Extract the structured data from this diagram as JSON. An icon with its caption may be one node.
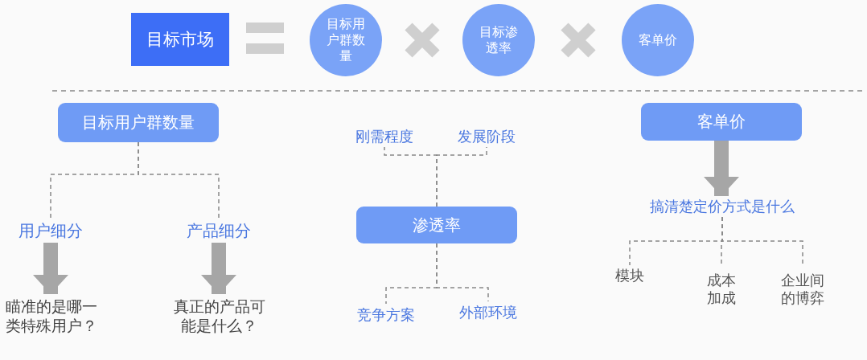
{
  "diagram": {
    "nodes": [
      {
        "text": [
          "目标市场"
        ]
      },
      {
        "text": [
          "目标用户群数量"
        ]
      },
      {
        "text": [
          "目标渗透率"
        ]
      },
      {
        "text": [
          "客单价"
        ]
      },
      {
        "text": [
          "目标用户群数量"
        ]
      },
      {
        "text": [
          "用户细分"
        ]
      },
      {
        "text": [
          "产品细分"
        ]
      },
      {
        "text": [
          "瞄准的是哪一类特殊用户？"
        ]
      },
      {
        "text": [
          "真正的产品可能是什么？"
        ]
      },
      {
        "text": [
          "刚需程度"
        ]
      },
      {
        "text": [
          "发展阶段"
        ]
      },
      {
        "text": [
          "渗透率"
        ]
      },
      {
        "text": [
          "竞争方案"
        ]
      },
      {
        "text": [
          "外部环境"
        ]
      },
      {
        "text": [
          "客单价"
        ]
      },
      {
        "text": [
          "搞清楚定价方式是什么"
        ]
      },
      {
        "text": [
          "模块"
        ]
      },
      {
        "text": [
          "成本加成"
        ]
      },
      {
        "text": [
          "企业间的博弈"
        ]
      }
    ],
    "edges": [
      {
        "from": 4,
        "to": 5,
        "arrow": "none",
        "style": "dashed"
      },
      {
        "from": 4,
        "to": 6,
        "arrow": "none",
        "style": "dashed"
      },
      {
        "from": 5,
        "to": 7,
        "arrow": "to",
        "style": "thick"
      },
      {
        "from": 6,
        "to": 8,
        "arrow": "to",
        "style": "thick"
      },
      {
        "from": 11,
        "to": 9,
        "arrow": "none",
        "style": "dashed"
      },
      {
        "from": 11,
        "to": 10,
        "arrow": "none",
        "style": "dashed"
      },
      {
        "from": 11,
        "to": 12,
        "arrow": "none",
        "style": "dashed"
      },
      {
        "from": 11,
        "to": 13,
        "arrow": "none",
        "style": "dashed"
      },
      {
        "from": 14,
        "to": 15,
        "arrow": "to",
        "style": "thick"
      },
      {
        "from": 15,
        "to": 16,
        "arrow": "none",
        "style": "dashed"
      },
      {
        "from": 15,
        "to": 17,
        "arrow": "none",
        "style": "dashed"
      },
      {
        "from": 15,
        "to": 18,
        "arrow": "none",
        "style": "dashed"
      }
    ]
  }
}
